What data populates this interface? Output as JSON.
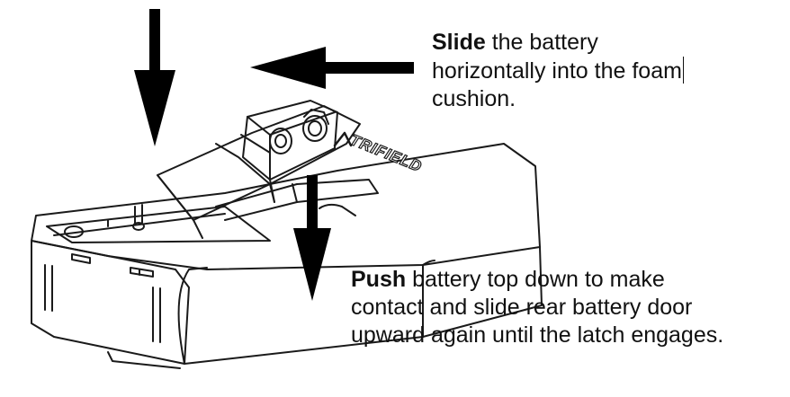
{
  "callouts": {
    "slide": {
      "keyword": "Slide",
      "lines": [
        " the battery",
        "horizontally into the foam",
        "cushion."
      ]
    },
    "push": {
      "keyword": "Push",
      "lines": [
        " battery top down to make",
        "contact and slide rear battery door",
        "upward again until the latch engages."
      ]
    }
  },
  "device": {
    "brand_label": "TRIFIELD"
  },
  "colors": {
    "ink": "#000000",
    "outline": "#1a1a1a",
    "background": "#ffffff"
  }
}
